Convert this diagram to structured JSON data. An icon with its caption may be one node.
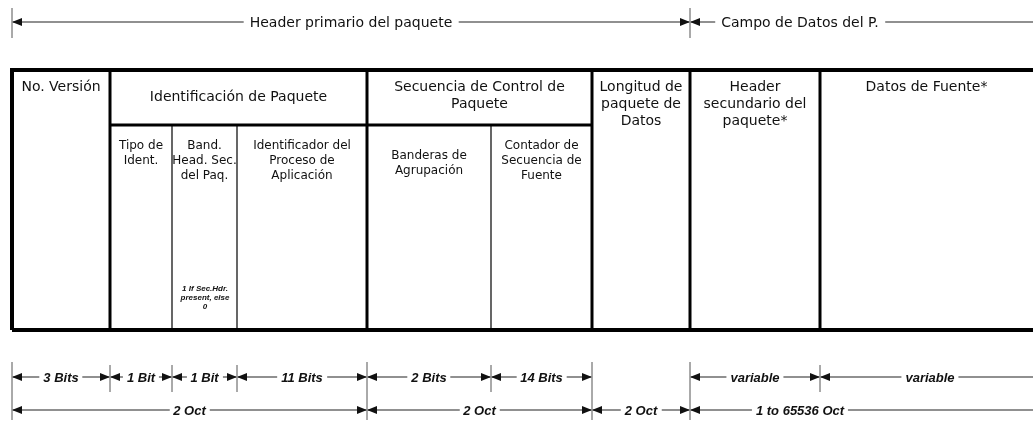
{
  "diagram": {
    "labels": [
      "Header primario del paquete",
      "Campo de Datos del P.",
      "No. Versión",
      "Identificación de Paquete",
      "Secuencia de Control de Paquete",
      "Longitud de paquete de Datos",
      "Header secundario del paquete*",
      "Datos de Fuente*",
      "Tipo de Ident.",
      "Band. Head. Sec. del Paq.",
      "1 If Sec.Hdr. present, else 0",
      "Identificador del Proceso de Aplicación",
      "Banderas de Agrupación",
      "Contador de Secuencia de Fuente",
      "3 Bits",
      "1 Bit",
      "1 Bit",
      "11 Bits",
      "2 Bits",
      "14 Bits",
      "variable",
      "variable",
      "2 Oct",
      "2 Oct",
      "2 Oct",
      "1 to 65536 Oct"
    ]
  }
}
